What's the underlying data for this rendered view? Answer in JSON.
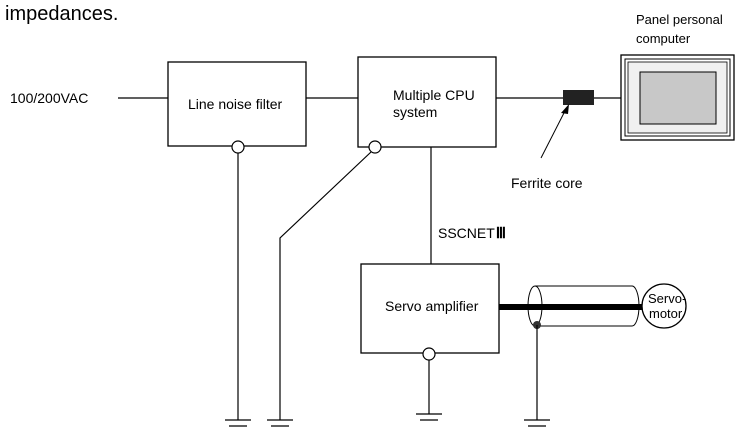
{
  "header": {
    "text": "impedances."
  },
  "input": {
    "label": "100/200VAC"
  },
  "blocks": {
    "line_noise_filter": "Line noise filter",
    "cpu_line1": "Multiple CPU",
    "cpu_line2": "system",
    "servo_amplifier": "Servo amplifier",
    "servo_motor_line1": "Servo-",
    "servo_motor_line2": "motor",
    "panel_pc_line1": "Panel personal",
    "panel_pc_line2": "computer"
  },
  "labels": {
    "ferrite_core": "Ferrite core",
    "sscnet": "SSCNET",
    "sscnet_suffix": "Ⅲ"
  },
  "colors": {
    "ferrite": "#222222",
    "screen": "#c8c8c8",
    "cable": "#000000"
  }
}
